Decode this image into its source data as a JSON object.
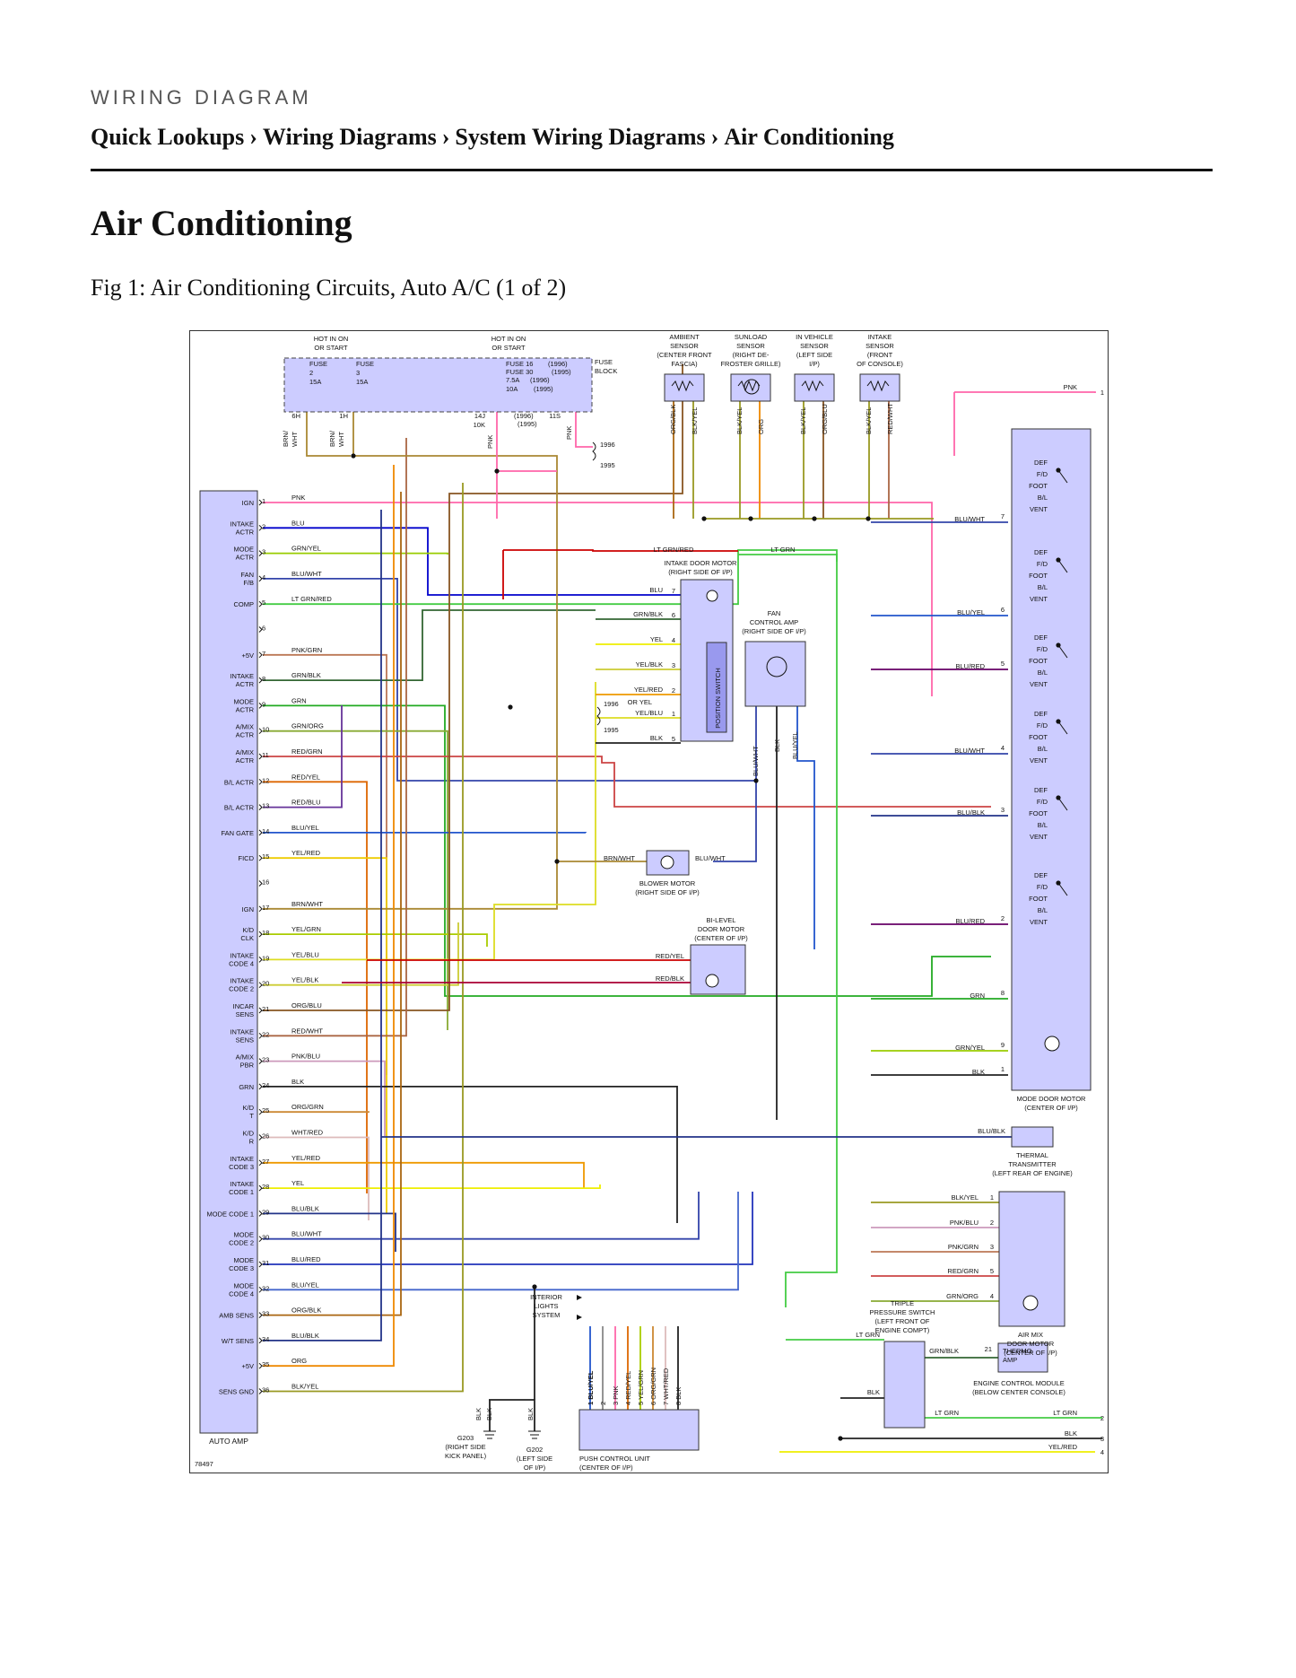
{
  "header": {
    "section": "WIRING DIAGRAM",
    "breadcrumb": [
      "Quick Lookups",
      "Wiring Diagrams",
      "System Wiring Diagrams",
      "Air Conditioning"
    ],
    "separator": "›"
  },
  "page_title": "Air Conditioning",
  "figure": {
    "caption": "Fig 1: Air Conditioning Circuits, Auto A/C (1 of 2)",
    "number": "78497"
  },
  "diagram": {
    "hot_labels": [
      "HOT IN ON",
      "OR START",
      "HOT IN ON",
      "OR START"
    ],
    "fuse_block": [
      "FUSE",
      "BLOCK"
    ],
    "fuses": {
      "fuse2": [
        "FUSE",
        "2",
        "15A"
      ],
      "fuse3": [
        "FUSE",
        "3",
        "15A"
      ],
      "fuse16": [
        "FUSE 16",
        "FUSE 30",
        "7.5A",
        "10A"
      ],
      "fuse16_years": [
        "(1996)",
        "(1995)",
        "(1996)",
        "(1995)"
      ]
    },
    "fuse_terminals": [
      "6H",
      "1H",
      "14J",
      "10K",
      "(1996)",
      "(1995)",
      "11S"
    ],
    "fuse_wire_colors": [
      "BRN/",
      "WHT",
      "BRN/",
      "WHT",
      "PNK",
      "PNK"
    ],
    "year_labels": [
      "1996",
      "1995"
    ],
    "sensors": [
      {
        "name": [
          "AMBIENT",
          "SENSOR",
          "(CENTER FRONT",
          "FASCIA)"
        ],
        "wires": [
          "ORG/BLK",
          "BLK/YEL"
        ]
      },
      {
        "name": [
          "SUNLOAD",
          "SENSOR",
          "(RIGHT DE-",
          "FROSTER GRILLE)"
        ],
        "wires": [
          "BLK/YEL",
          "ORG"
        ]
      },
      {
        "name": [
          "IN VEHICLE",
          "SENSOR",
          "(LEFT SIDE",
          "I/P)"
        ],
        "wires": [
          "BLK/YEL",
          "ORG/BLU"
        ]
      },
      {
        "name": [
          "INTAKE",
          "SENSOR",
          "(FRONT",
          "OF CONSOLE)"
        ],
        "wires": [
          "BLK/YEL",
          "RED/WHT"
        ]
      }
    ],
    "auto_amp": {
      "label": "AUTO AMP",
      "pins": [
        {
          "n": "1",
          "label": [
            "IGN"
          ],
          "wire": "PNK",
          "color": "#ff66aa"
        },
        {
          "n": "2",
          "label": [
            "INTAKE",
            "ACTR"
          ],
          "wire": "BLU",
          "color": "#0000cc"
        },
        {
          "n": "3",
          "label": [
            "MODE",
            "ACTR"
          ],
          "wire": "GRN/YEL",
          "color": "#99cc00"
        },
        {
          "n": "4",
          "label": [
            "FAN",
            "F/B"
          ],
          "wire": "BLU/WHT",
          "color": "#3344aa"
        },
        {
          "n": "5",
          "label": [
            "COMP"
          ],
          "wire": "LT GRN/RED",
          "color": "#44cc44"
        },
        {
          "n": "6",
          "label": [
            ""
          ],
          "wire": "",
          "color": ""
        },
        {
          "n": "7",
          "label": [
            "+5V"
          ],
          "wire": "PNK/GRN",
          "color": "#bb7755"
        },
        {
          "n": "8",
          "label": [
            "INTAKE",
            "ACTR"
          ],
          "wire": "GRN/BLK",
          "color": "#336633"
        },
        {
          "n": "9",
          "label": [
            "MODE",
            "ACTR"
          ],
          "wire": "GRN",
          "color": "#22aa22"
        },
        {
          "n": "10",
          "label": [
            "A/MIX",
            "ACTR"
          ],
          "wire": "GRN/ORG",
          "color": "#88aa33"
        },
        {
          "n": "11",
          "label": [
            "A/MIX",
            "ACTR"
          ],
          "wire": "RED/GRN",
          "color": "#cc4444"
        },
        {
          "n": "12",
          "label": [
            "B/L ACTR"
          ],
          "wire": "RED/YEL",
          "color": "#dd6600"
        },
        {
          "n": "13",
          "label": [
            "B/L ACTR"
          ],
          "wire": "RED/BLU",
          "color": "#663399"
        },
        {
          "n": "14",
          "label": [
            "FAN GATE"
          ],
          "wire": "BLU/YEL",
          "color": "#2255cc"
        },
        {
          "n": "15",
          "label": [
            "FICD"
          ],
          "wire": "YEL/RED",
          "color": "#eecc00"
        },
        {
          "n": "16",
          "label": [
            ""
          ],
          "wire": "",
          "color": ""
        },
        {
          "n": "17",
          "label": [
            "IGN"
          ],
          "wire": "BRN/WHT",
          "color": "#aa8833"
        },
        {
          "n": "18",
          "label": [
            "K/D",
            "CLK"
          ],
          "wire": "YEL/GRN",
          "color": "#aacc00"
        },
        {
          "n": "19",
          "label": [
            "INTAKE",
            "CODE 4"
          ],
          "wire": "YEL/BLU",
          "color": "#dddd22"
        },
        {
          "n": "20",
          "label": [
            "INTAKE",
            "CODE 2"
          ],
          "wire": "YEL/BLK",
          "color": "#cccc33"
        },
        {
          "n": "21",
          "label": [
            "INCAR",
            "SENS"
          ],
          "wire": "ORG/BLU",
          "color": "#885522"
        },
        {
          "n": "22",
          "label": [
            "INTAKE",
            "SENS"
          ],
          "wire": "RED/WHT",
          "color": "#aa6644"
        },
        {
          "n": "23",
          "label": [
            "A/MIX",
            "PBR"
          ],
          "wire": "PNK/BLU",
          "color": "#cc99bb"
        },
        {
          "n": "24",
          "label": [
            "GRN"
          ],
          "wire": "BLK",
          "color": "#222222"
        },
        {
          "n": "25",
          "label": [
            "K/D",
            "T"
          ],
          "wire": "ORG/GRN",
          "color": "#cc8833"
        },
        {
          "n": "26",
          "label": [
            "K/D",
            "R"
          ],
          "wire": "WHT/RED",
          "color": "#ddbbbb"
        },
        {
          "n": "27",
          "label": [
            "INTAKE",
            "CODE 3"
          ],
          "wire": "YEL/RED",
          "color": "#ee9900"
        },
        {
          "n": "28",
          "label": [
            "INTAKE",
            "CODE 1"
          ],
          "wire": "YEL",
          "color": "#eeee00"
        },
        {
          "n": "29",
          "label": [
            "MODE CODE 1"
          ],
          "wire": "BLU/BLK",
          "color": "#223388"
        },
        {
          "n": "30",
          "label": [
            "MODE",
            "CODE 2"
          ],
          "wire": "BLU/WHT",
          "color": "#3344aa"
        },
        {
          "n": "31",
          "label": [
            "MODE",
            "CODE 3"
          ],
          "wire": "BLU/RED",
          "color": "#2233bb"
        },
        {
          "n": "32",
          "label": [
            "MODE",
            "CODE 4"
          ],
          "wire": "BLU/YEL",
          "color": "#4466cc"
        },
        {
          "n": "33",
          "label": [
            "AMB SENS"
          ],
          "wire": "ORG/BLK",
          "color": "#aa6611"
        },
        {
          "n": "34",
          "label": [
            "W/T SENS"
          ],
          "wire": "BLU/BLK",
          "color": "#223388"
        },
        {
          "n": "35",
          "label": [
            "+5V"
          ],
          "wire": "ORG",
          "color": "#ee8800"
        },
        {
          "n": "36",
          "label": [
            "SENS GND"
          ],
          "wire": "BLK/YEL",
          "color": "#999922"
        }
      ]
    },
    "intake_door_motor": {
      "name": [
        "INTAKE DOOR MOTOR",
        "(RIGHT SIDE OF I/P)"
      ],
      "switch_label": "POSITION SWITCH",
      "pins": [
        {
          "n": "7",
          "wire": "BLU"
        },
        {
          "n": "6",
          "wire": "GRN/BLK"
        },
        {
          "n": "4",
          "wire": "YEL"
        },
        {
          "n": "3",
          "wire": "YEL/BLK"
        },
        {
          "n": "2",
          "wire": "YEL/RED"
        },
        {
          "n": "1",
          "wire": "YEL/BLU"
        },
        {
          "n": "5",
          "wire": "BLK"
        }
      ],
      "alt_wire": "OR YEL",
      "years": [
        "1996",
        "1995"
      ]
    },
    "top_wires": [
      "LT GRN/RED",
      "LT GRN"
    ],
    "fan_amp": {
      "name": [
        "FAN",
        "CONTROL AMP",
        "(RIGHT SIDE OF I/P)"
      ],
      "wires": [
        "BLU/WHT",
        "BLK",
        "BLU/YEL"
      ]
    },
    "blower_motor": {
      "name": [
        "BLOWER MOTOR",
        "(RIGHT SIDE OF I/P)"
      ],
      "wires": [
        "BRN/WHT",
        "BLU/WHT"
      ]
    },
    "bilevel_motor": {
      "name": [
        "BI-LEVEL",
        "DOOR MOTOR",
        "(CENTER OF I/P)"
      ],
      "wires": [
        "RED/YEL",
        "RED/BLK"
      ]
    },
    "mode_door_motor": {
      "name": [
        "MODE DOOR MOTOR",
        "(CENTER OF I/P)"
      ],
      "switch_words": [
        "DEF",
        "F/D",
        "FOOT",
        "B/L",
        "VENT"
      ],
      "pins": [
        {
          "n": "7",
          "wire": "BLU/WHT"
        },
        {
          "n": "6",
          "wire": "BLU/YEL"
        },
        {
          "n": "5",
          "wire": "BLU/RED"
        },
        {
          "n": "4",
          "wire": "BLU/WHT"
        },
        {
          "n": "3",
          "wire": "BLU/BLK"
        },
        {
          "n": "2",
          "wire": "BLU/RED"
        },
        {
          "n": "8",
          "wire": "GRN"
        },
        {
          "n": "9",
          "wire": "GRN/YEL"
        },
        {
          "n": "1",
          "wire": "BLK"
        }
      ]
    },
    "thermal_transmitter": {
      "name": [
        "THERMAL",
        "TRANSMITTER",
        "(LEFT REAR OF ENGINE)"
      ],
      "wire": "BLU/BLK"
    },
    "air_mix_motor": {
      "name": [
        "AIR MIX",
        "DOOR MOTOR",
        "(CENTER OF I/P)"
      ],
      "pins": [
        {
          "n": "1",
          "wire": "BLK/YEL"
        },
        {
          "n": "2",
          "wire": "PNK/BLU"
        },
        {
          "n": "3",
          "wire": "PNK/GRN"
        },
        {
          "n": "5",
          "wire": "RED/GRN"
        },
        {
          "n": "4",
          "wire": "GRN/ORG"
        }
      ]
    },
    "pressure_switch": {
      "name": [
        "TRIPLE",
        "PRESSURE SWITCH",
        "(LEFT FRONT OF",
        "ENGINE COMPT)"
      ],
      "wires": [
        "LT GRN",
        "BLK",
        "GRN/BLK",
        "LT GRN"
      ]
    },
    "ecm": {
      "name": [
        "ENGINE CONTROL MODULE",
        "(BELOW CENTER CONSOLE)"
      ],
      "thermo": [
        "THERMO",
        "AMP"
      ],
      "pin": "21"
    },
    "right_edge": [
      {
        "n": "1",
        "wire": "PNK"
      },
      {
        "n": "2",
        "wire": "LT GRN"
      },
      {
        "n": "3",
        "wire": "BLK"
      },
      {
        "n": "4",
        "wire": "YEL/RED"
      }
    ],
    "interior_lights": [
      "INTERIOR",
      "LIGHTS",
      "SYSTEM"
    ],
    "push_control": {
      "name": [
        "PUSH CONTROL UNIT",
        "(CENTER OF I/P)"
      ],
      "pins": [
        "1 BLU/YEL",
        "2",
        "3 PNK",
        "4 RED/YEL",
        "5 YEL/GRN",
        "6 ORG/GRN",
        "7 WHT/RED",
        "8 BLK"
      ]
    },
    "grounds": [
      {
        "name": [
          "G203",
          "(RIGHT SIDE",
          "KICK PANEL)"
        ],
        "wire": "BLK"
      },
      {
        "name": [
          "G202",
          "(LEFT SIDE",
          "OF I/P)"
        ],
        "wire": "BLK"
      }
    ]
  }
}
